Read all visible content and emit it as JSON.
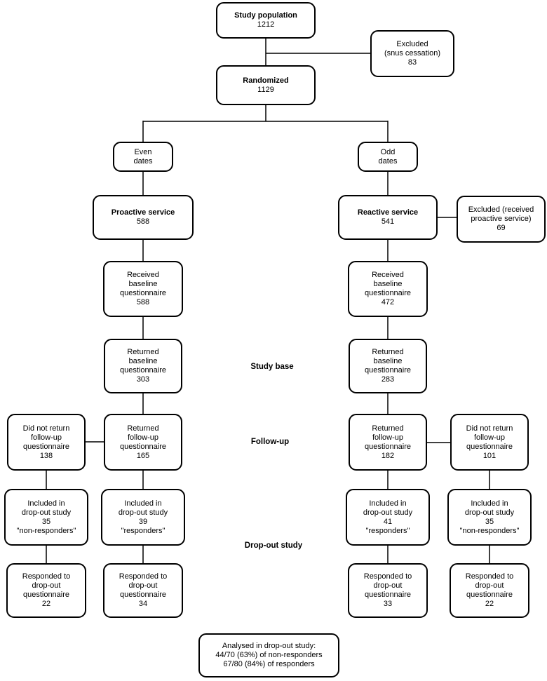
{
  "nodes": {
    "study_population": {
      "title": "Study population",
      "value": "1212"
    },
    "excluded_snus": {
      "text": "Excluded\n(snus cessation)\n83"
    },
    "randomized": {
      "title": "Randomized",
      "value": "1129"
    },
    "even_dates": {
      "text": "Even\ndates"
    },
    "odd_dates": {
      "text": "Odd\ndates"
    },
    "proactive_service": {
      "title": "Proactive service",
      "value": "588"
    },
    "reactive_service": {
      "title": "Reactive service",
      "value": "541"
    },
    "excluded_received": {
      "text": "Excluded (received\nproactive service)\n69"
    },
    "received_baseline_proactive": {
      "text": "Received\nbaseline\nquestionnaire\n588"
    },
    "received_baseline_reactive": {
      "text": "Received\nbaseline\nquestionnaire\n472"
    },
    "returned_baseline_proactive": {
      "text": "Returned\nbaseline\nquestionnaire\n303"
    },
    "returned_baseline_reactive": {
      "text": "Returned\nbaseline\nquestionnaire\n283"
    },
    "did_not_return_followup_proactive": {
      "text": "Did not return\nfollow-up\nquestionnaire\n138"
    },
    "returned_followup_proactive": {
      "text": "Returned\nfollow-up\nquestionnaire\n165"
    },
    "returned_followup_reactive": {
      "text": "Returned\nfollow-up\nquestionnaire\n182"
    },
    "did_not_return_followup_reactive": {
      "text": "Did not return\nfollow-up\nquestionnaire\n101"
    },
    "included_nonresponders_proactive": {
      "text": "Included in\ndrop-out study\n35\n\"non-responders\""
    },
    "included_responders_proactive": {
      "text": "Included in\ndrop-out study\n39\n\"responders\""
    },
    "included_responders_reactive": {
      "text": "Included in\ndrop-out study\n41\n\"responders\""
    },
    "included_nonresponders_reactive": {
      "text": "Included in\ndrop-out study\n35\n\"non-responders\""
    },
    "responded_nonresponders_proactive": {
      "text": "Responded to\ndrop-out\nquestionnaire\n22"
    },
    "responded_responders_proactive": {
      "text": "Responded to\ndrop-out\nquestionnaire\n34"
    },
    "responded_responders_reactive": {
      "text": "Responded to\ndrop-out\nquestionnaire\n33"
    },
    "responded_nonresponders_reactive": {
      "text": "Responded to\ndrop-out\nquestionnaire\n22"
    },
    "analysed": {
      "text": "Analysed in drop-out study:\n44/70 (63%) of non-responders\n67/80 (84%) of responders"
    }
  },
  "section_labels": {
    "study_base": "Study base",
    "follow_up": "Follow-up",
    "drop_out_study": "Drop-out study"
  },
  "colors": {
    "background": "#ffffff",
    "line": "#000000",
    "text": "#000000"
  }
}
